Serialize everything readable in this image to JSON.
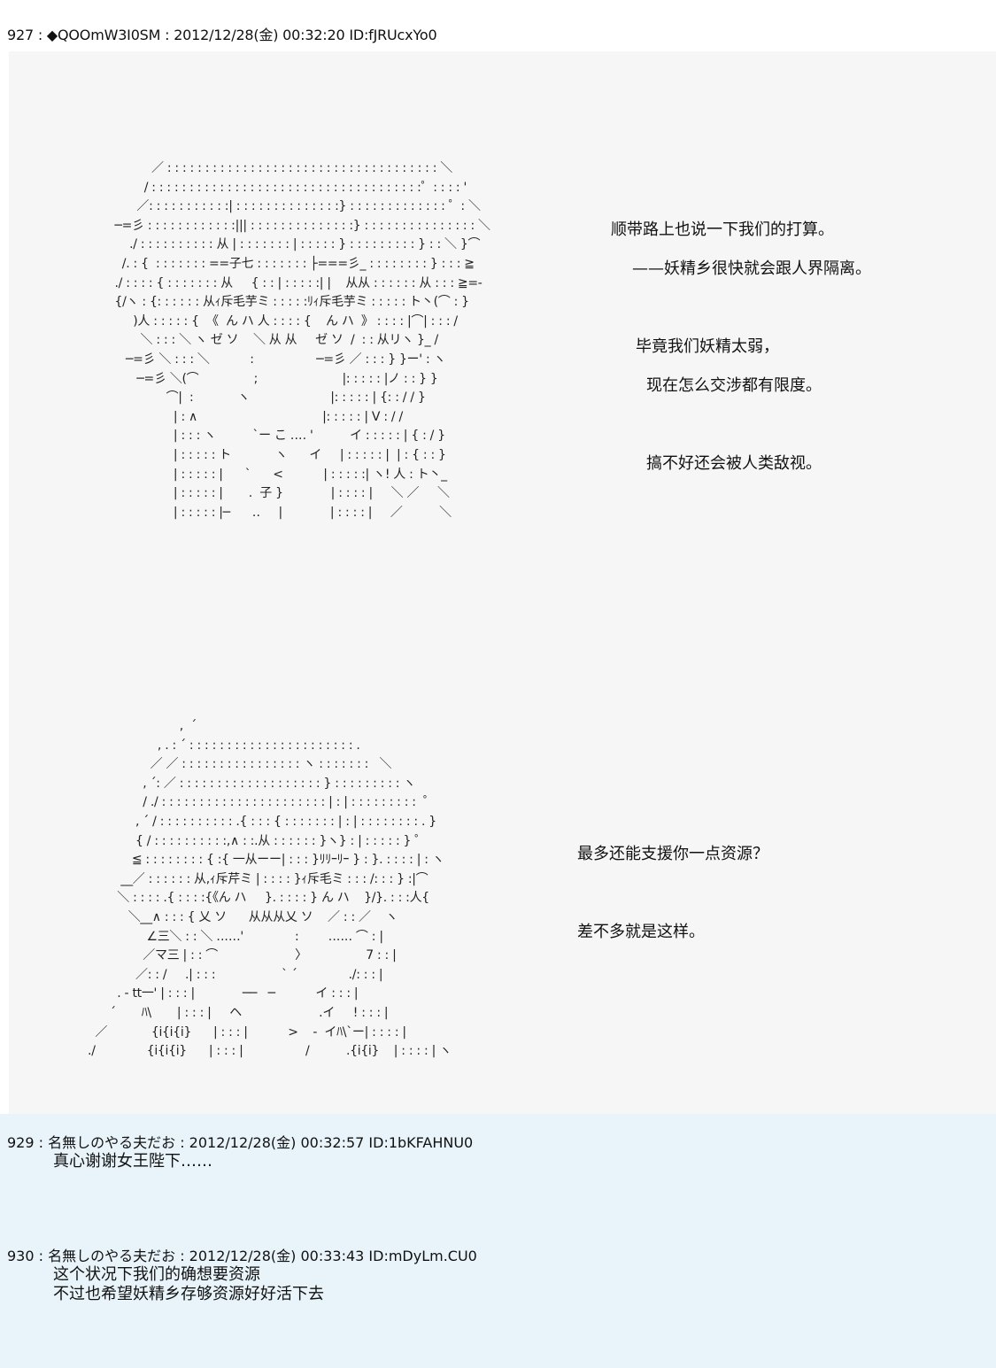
{
  "main_post": {
    "header": "927 : ◆QOOmW3I0SM : 2012/12/28(金) 00:32:20 ID:fJRUcxYo0",
    "art_top": [
      "                    ／ : : : : : : : : : : : : : : : : : : : : : : : : : : : : : : : : : : : : ＼",
      "                  / : : : : : : : : : : : : : : : : : : : : : : : : : : : : : : : : : : : :゜: : : : '",
      "                ／: : : : : : : : : : :| : : : : : : : : : : : : : :} : : : : : : : : : : : : : ゜: ＼",
      "          ─=彡 : : : : : : : : : : : :||| : : : : : : : : : : : : : :} : : : : : : : : : : : : : : : ＼",
      "              ./ : : : : : : : : : : 从 | : : : : : : : | : : : : : } : : : : : : : : : } : : ＼ }⌒",
      "            /. : {  : : : : : : : ==子七 : : : : : : : ├===彡_ : : : : : : : : } : : : ≧",
      "          ./ : : : : { : : : : : : : 从     { : : | : : : : :| |    从从 : : : : : : 从 : : : ≧=-",
      "          {/ヽ : {: : : : : : 从ｨ斥毛芋ミ : : : : :ﾘｨ斥毛芋ミ : : : : : ト丶(⌒ : }",
      "               )人 : : : : : {  《  ん ハ 人 : : : : {    ん ハ  》 : : : : |⌒| : : : /",
      "                 ＼ : : : ＼ ヽ ゼ ソ    ＼ 从 从     ゼ ソ  /  : : 从リヽ }_ /",
      "             ─=彡 ＼ : : : ＼           :                 ─=彡 ／ : : : } }ー' : ヽ",
      "                ─=彡 ＼(⌒               ;                       |: : : : : |ノ : : } }",
      "                        ⌒|  :            ヽ                      |: : : : : | {: : / / }",
      "                          | : ∧                                  |: : : : : | V : / /",
      "                          | : : : ヽ          `ー こ ‥‥ '          イ : : : : : | { : / }",
      "                          | : : : : : ト            ヽ      イ     | : : : : : |  | : { : : }",
      "                          | : : : : : |      `      <           | : : : : :| ヽ! 人 : ト丶_",
      "                          | : : : : : |       .  子 }             | : : : : |     ＼ ／     ＼",
      "                          | : : : : : |─      ‥     |             | : : : : |     ／          ＼"
    ],
    "dialogue_top": [
      "顺带路上也说一下我们的打算。",
      "——妖精乡很快就会跟人界隔离。",
      "毕竟我们妖精太弱，",
      "现在怎么交涉都有限度。",
      "搞不好还会被人类敌视。"
    ],
    "art_bottom": [
      "                                ,  ´",
      "                          , . : ´ : : : : : : : : : : : : : : : : : : : : : : .",
      "                        ／ ／ : : : : : : : : : : : : : : : : ヽ : : : : : : :   ＼",
      "                      , ´: ／ : : : : : : : : : : : : : : : : : : : } : : : : : : : : : ヽ",
      "                      / ./ : : : : : : : : : : : : : : : : : : : : : : | : | : : : : : : : : :  ゜",
      "                    , ´ / : : : : : : : : : : .{ : : : { : : : : : : : | : | : : : : : : : : . }",
      "                    { / : : : : : : : : : :,∧ : :.从 : : : : : : }ヽ} : | : : : : : } ゜",
      "                   ≦ : : : : : : : : { :{ 一从ーー| : : : }ﾘﾘｰﾘｰ } : }. : : : : | : ヽ",
      "                __／ : : : : : : 从,ｨ斥芹ミ | : : : : }ｨ斥毛ミ : : : /: : : } :|⌒",
      "               ＼ : : : : .{ : : : :{《ん ハ     }. : : : : } ん ハ    }/}. : : :人{",
      "                  ＼__∧ : : : { 乂 ソ      从从从乂 ソ    ／ : : ／    ヽ",
      "                       ∠三＼ : : ＼ ‥‥‥'              :        ‥‥‥ ⌒ : |",
      "                      ／マ三 | : : ⌒                     〉                7 : : |",
      "                    ／: : /     .| : : :                  ` ´              ./: : : |",
      "               . - tt一' | : : : |             ──   ─           イ : : : |",
      "             ´       ﾊ\\       | : : : |     ヘ                     .イ     ! : : : |",
      "         ／            {i{i{i}      | : : : |           >    -  イﾊ\\`ー| : : : : |",
      "       ./              {i{i{i}      | : : : |                 /          .{i{i}    | : : : : | ヽ"
    ],
    "dialogue_bottom": [
      "最多还能支援你一点资源？",
      "差不多就是这样。"
    ]
  },
  "replies": [
    {
      "header": "929 : 名無しのやる夫だお : 2012/12/28(金) 00:32:57 ID:1bKFAHNU0",
      "lines": [
        "真心谢谢女王陛下……"
      ]
    },
    {
      "header": "930 : 名無しのやる夫だお : 2012/12/28(金) 00:33:43 ID:mDyLm.CU0",
      "lines": [
        "这个状况下我们的确想要资源",
        "不过也希望妖精乡存够资源好好活下去"
      ]
    }
  ]
}
